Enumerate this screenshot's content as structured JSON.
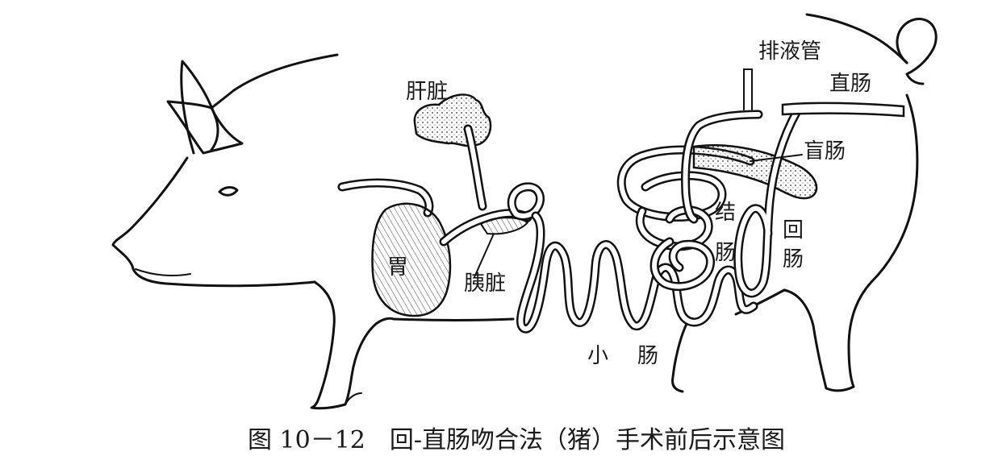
{
  "labels": {
    "liver": "肝脏",
    "stomach": "胃",
    "pancreas": "胰脏",
    "drain_tube": "排液管",
    "rectum": "直肠",
    "cecum": "盲肠",
    "colon_1": "结",
    "colon_2": "肠",
    "ileum_1": "回",
    "ileum_2": "肠",
    "small_int_1": "小",
    "small_int_2": "肠"
  },
  "caption": "图 10－12　回-直肠吻合法（猪）手术前后示意图"
}
